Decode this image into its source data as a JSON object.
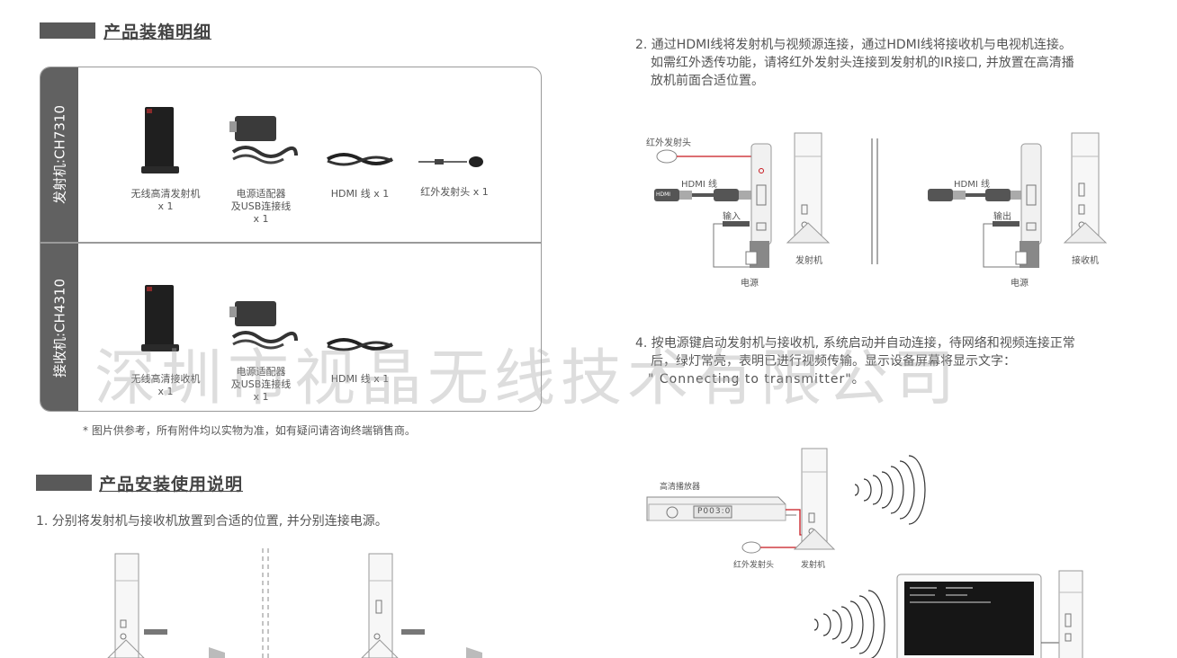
{
  "section1": {
    "title": "产品装箱明细"
  },
  "section2": {
    "title": "产品安装使用说明"
  },
  "packing": {
    "transmitter_label": "发射机:CH7310",
    "receiver_label": "接收机:CH4310",
    "transmitter_items": [
      {
        "name": "无线高清发射机",
        "qty": "x 1"
      },
      {
        "name": "电源适配器",
        "name2": "及USB连接线",
        "qty": "x 1"
      },
      {
        "name": "HDMI 线 x 1"
      },
      {
        "name": "红外发射头 x 1"
      }
    ],
    "receiver_items": [
      {
        "name": "无线高清接收机",
        "qty": "x 1"
      },
      {
        "name": "电源适配器",
        "name2": "及USB连接线",
        "qty": "x 1"
      },
      {
        "name": "HDMI 线 x 1"
      }
    ],
    "note": "* 图片供参考，所有附件均以实物为准，如有疑问请咨询终端销售商。"
  },
  "steps": {
    "step1": "1. 分别将发射机与接收机放置到合适的位置, 并分别连接电源。",
    "step2_lines": [
      "2. 通过HDMI线将发射机与视频源连接，通过HDMI线将接收机与电视机连接。",
      "如需红外透传功能，请将红外发射头连接到发射机的IR接口, 并放置在高清播",
      "放机前面合适位置。"
    ],
    "step4_lines": [
      "4. 按电源键启动发射机与接收机, 系统启动并自动连接，待网络和视频连接正常",
      "后，绿灯常亮，表明已进行视频传输。显示设备屏幕将显示文字：",
      "\" Connecting  to  transmitter\"。"
    ]
  },
  "diagram2": {
    "ir_label": "红外发射头",
    "hdmi_left": "HDMI 线",
    "input": "输入",
    "power_left": "电源",
    "transmitter": "发射机",
    "hdmi_right": "HDMI 线",
    "output": "输出",
    "power_right": "电源",
    "receiver": "接收机",
    "hdmi_tag": "HDMI"
  },
  "diagram4": {
    "player": "高清播放器",
    "ir": "红外发射头",
    "transmitter": "发射机",
    "display": "P003:0"
  },
  "watermark": "深圳市视晶无线技术有限公司"
}
